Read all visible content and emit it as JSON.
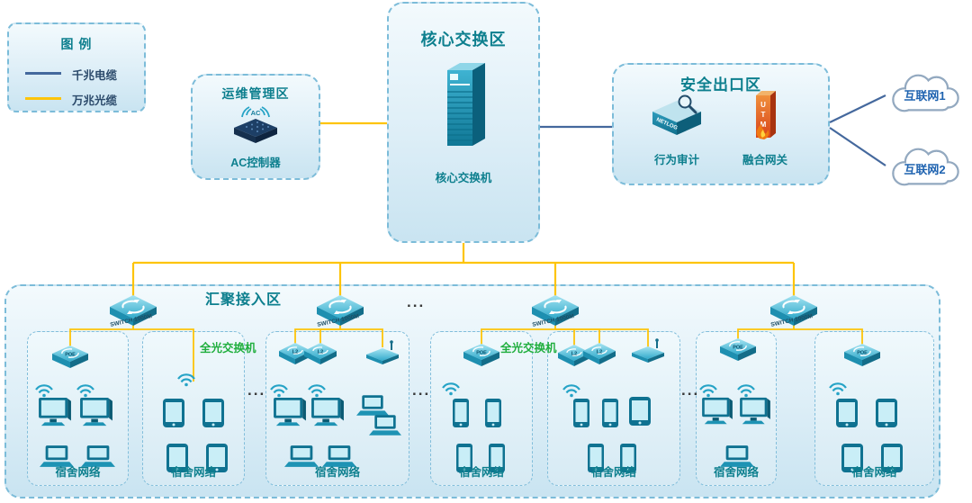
{
  "legend": {
    "title": "图 例",
    "items": [
      {
        "label": "千兆电缆",
        "color": "#44689d"
      },
      {
        "label": "万兆光缆",
        "color": "#fdc40a"
      }
    ]
  },
  "zones": {
    "ops": {
      "title": "运维管理区",
      "device": "AC控制器"
    },
    "core": {
      "title": "核心交换区",
      "device": "核心交换机"
    },
    "security": {
      "title": "安全出口区",
      "audit": "行为审计",
      "gateway": "融合网关"
    },
    "aggregation": {
      "title": "汇聚接入区",
      "switch_caption": "SWITCH 1000M",
      "optical_label": "全光交换机"
    }
  },
  "internet": {
    "cloud1": "互联网1",
    "cloud2": "互联网2"
  },
  "dorms": [
    {
      "label": "宿舍网络"
    },
    {
      "label": "宿舍网络"
    },
    {
      "label": "宿舍网络"
    },
    {
      "label": "宿舍网络"
    },
    {
      "label": "宿舍网络"
    },
    {
      "label": "宿舍网络"
    },
    {
      "label": "宿舍网络"
    }
  ],
  "ellipsis": "...",
  "icon_text": {
    "poe": "POE",
    "l2": "L2",
    "netlog": "NETLOG",
    "utm": "UTM",
    "ac": "AC"
  },
  "colors": {
    "fiber_10g": "#fdc40a",
    "copper_1g": "#44689d",
    "title_teal": "#0d7f8e",
    "optical_green": "#1fae3d"
  }
}
